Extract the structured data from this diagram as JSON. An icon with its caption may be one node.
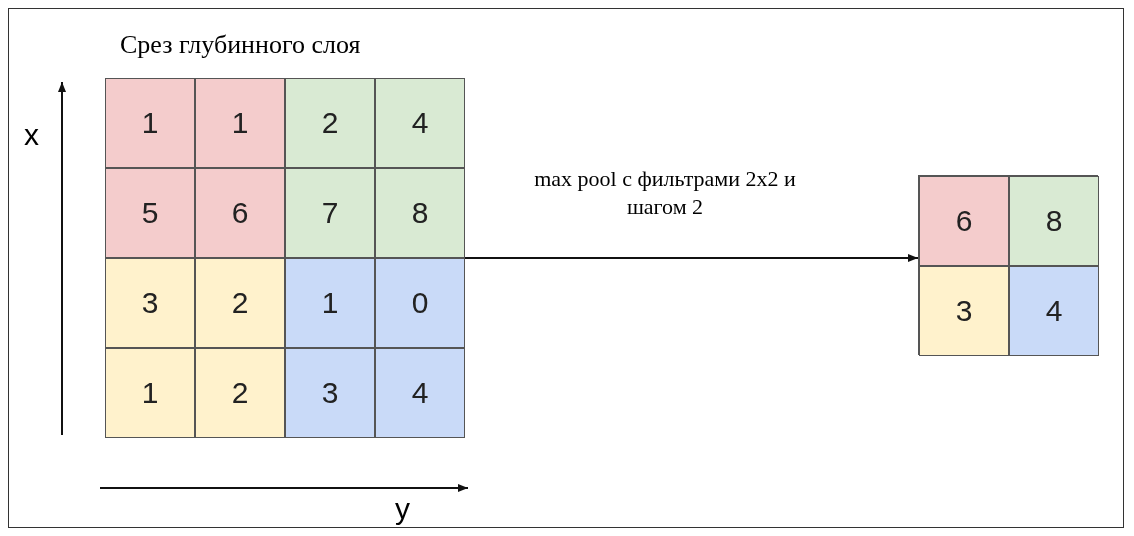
{
  "diagram": {
    "nodes": [
      {
        "text": [
          "Срез глубинного слоя"
        ]
      },
      {
        "text": [
          "1"
        ],
        "in": 0
      },
      {
        "text": [
          "1"
        ],
        "in": 0
      },
      {
        "text": [
          "2"
        ],
        "in": 0
      },
      {
        "text": [
          "4"
        ],
        "in": 0
      },
      {
        "text": [
          "5"
        ],
        "in": 0
      },
      {
        "text": [
          "6"
        ],
        "in": 0
      },
      {
        "text": [
          "7"
        ],
        "in": 0
      },
      {
        "text": [
          "8"
        ],
        "in": 0
      },
      {
        "text": [
          "3"
        ],
        "in": 0
      },
      {
        "text": [
          "2"
        ],
        "in": 0
      },
      {
        "text": [
          "1"
        ],
        "in": 0
      },
      {
        "text": [
          "0"
        ],
        "in": 0
      },
      {
        "text": [
          "1"
        ],
        "in": 0
      },
      {
        "text": [
          "2"
        ],
        "in": 0
      },
      {
        "text": [
          "3"
        ],
        "in": 0
      },
      {
        "text": [
          "4"
        ],
        "in": 0
      },
      {
        "text": [],
        "shape": "box"
      },
      {
        "text": [
          "6"
        ],
        "in": 17
      },
      {
        "text": [
          "8"
        ],
        "in": 17
      },
      {
        "text": [
          "3"
        ],
        "in": 17
      },
      {
        "text": [
          "4"
        ],
        "in": 17
      }
    ],
    "edges": [
      {
        "from": 0,
        "to": 17,
        "arrow": "to",
        "label": "max pool с фильтрами 2x2 и шагом 2"
      }
    ],
    "labels": [
      "x",
      "y"
    ]
  }
}
